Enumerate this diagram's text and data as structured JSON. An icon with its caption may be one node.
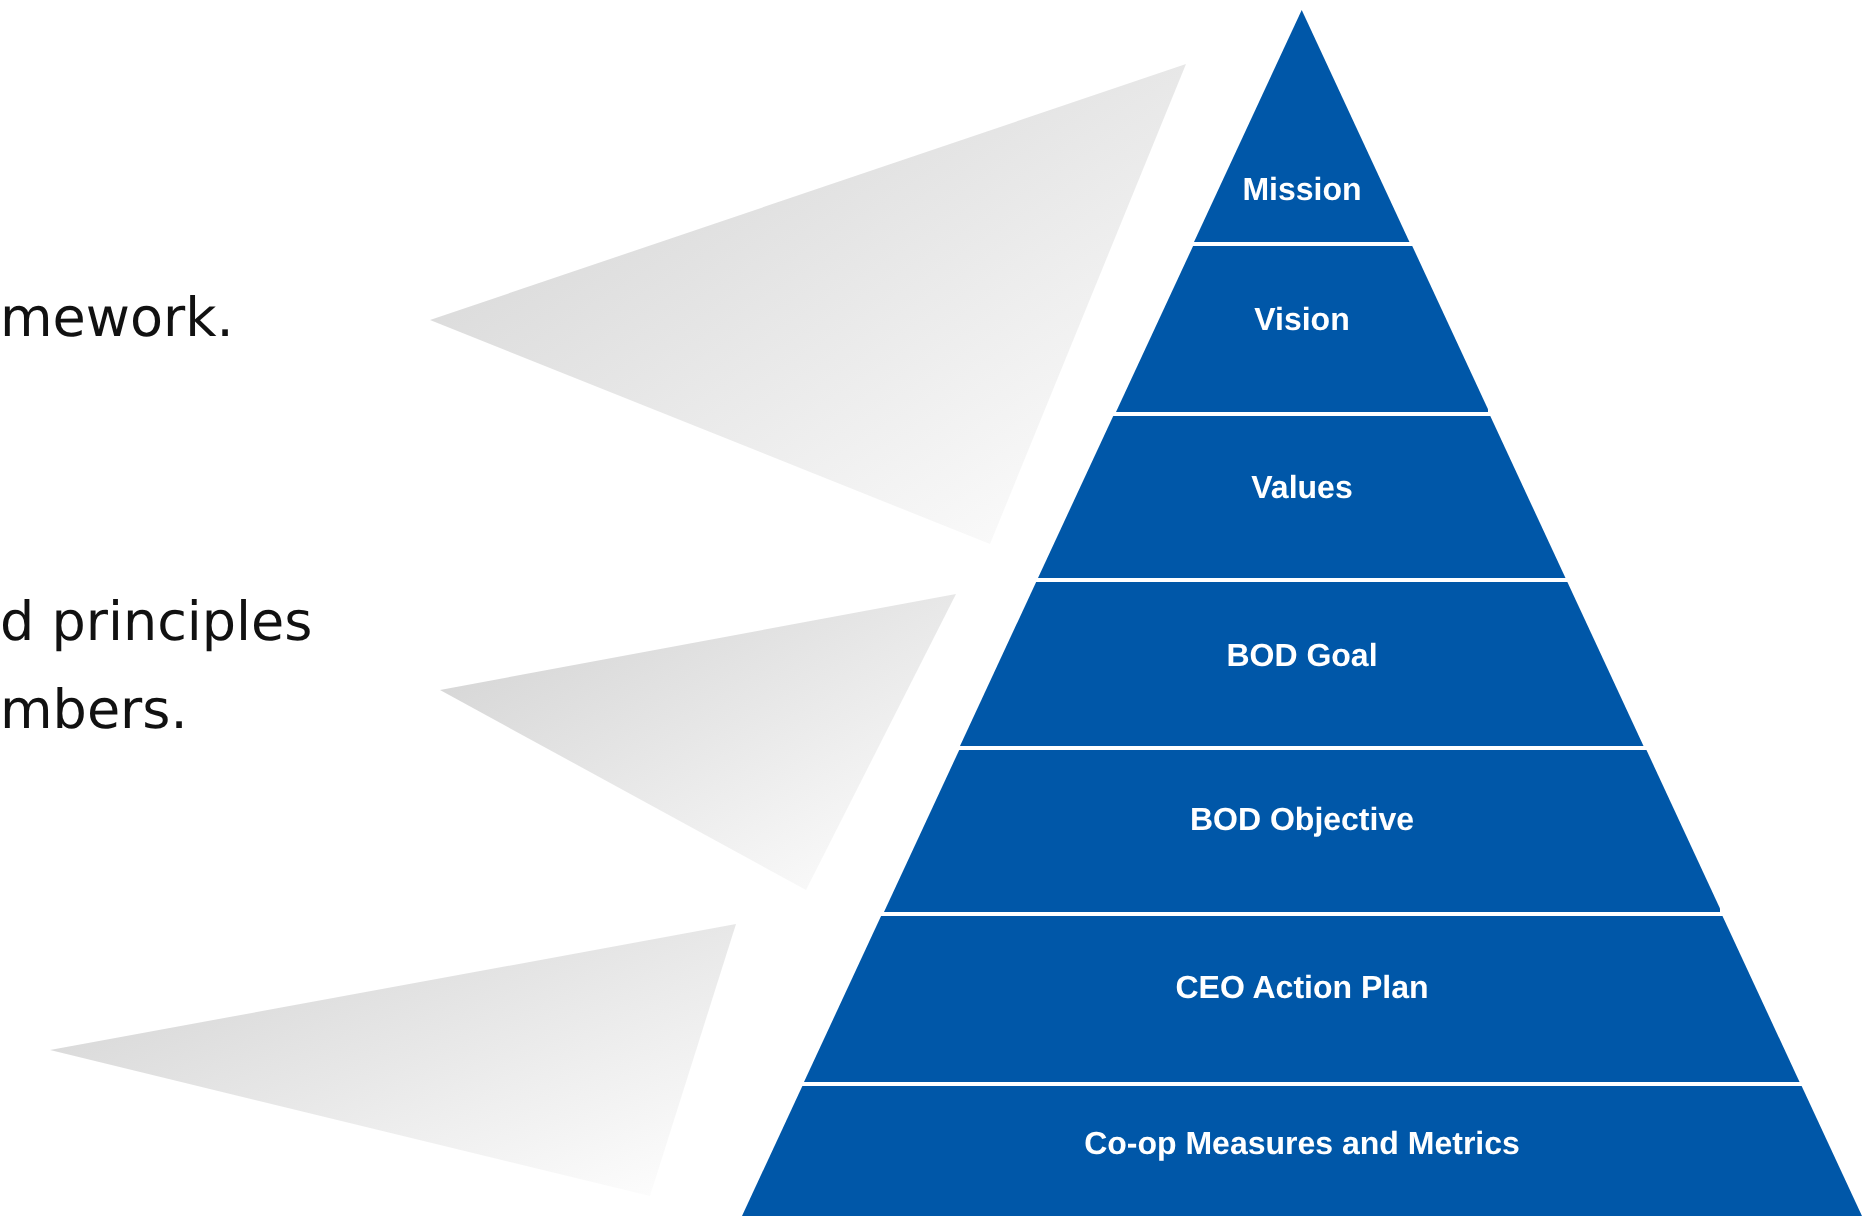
{
  "diagram": {
    "nodes": [
      {
        "text": [
          "Mission"
        ]
      },
      {
        "text": [
          "Vision"
        ]
      },
      {
        "text": [
          "Values"
        ]
      },
      {
        "text": [
          "BOD Goal"
        ]
      },
      {
        "text": [
          "BOD Objective"
        ]
      },
      {
        "text": [
          "CEO Action Plan"
        ]
      },
      {
        "text": [
          "Co-op Measures and Metrics"
        ]
      },
      {
        "text": [],
        "shape": "triangle"
      },
      {
        "text": [],
        "shape": "triangle"
      },
      {
        "text": [],
        "shape": "triangle"
      }
    ],
    "edges": [],
    "labels": [
      "mework.",
      "d principles mbers."
    ]
  }
}
